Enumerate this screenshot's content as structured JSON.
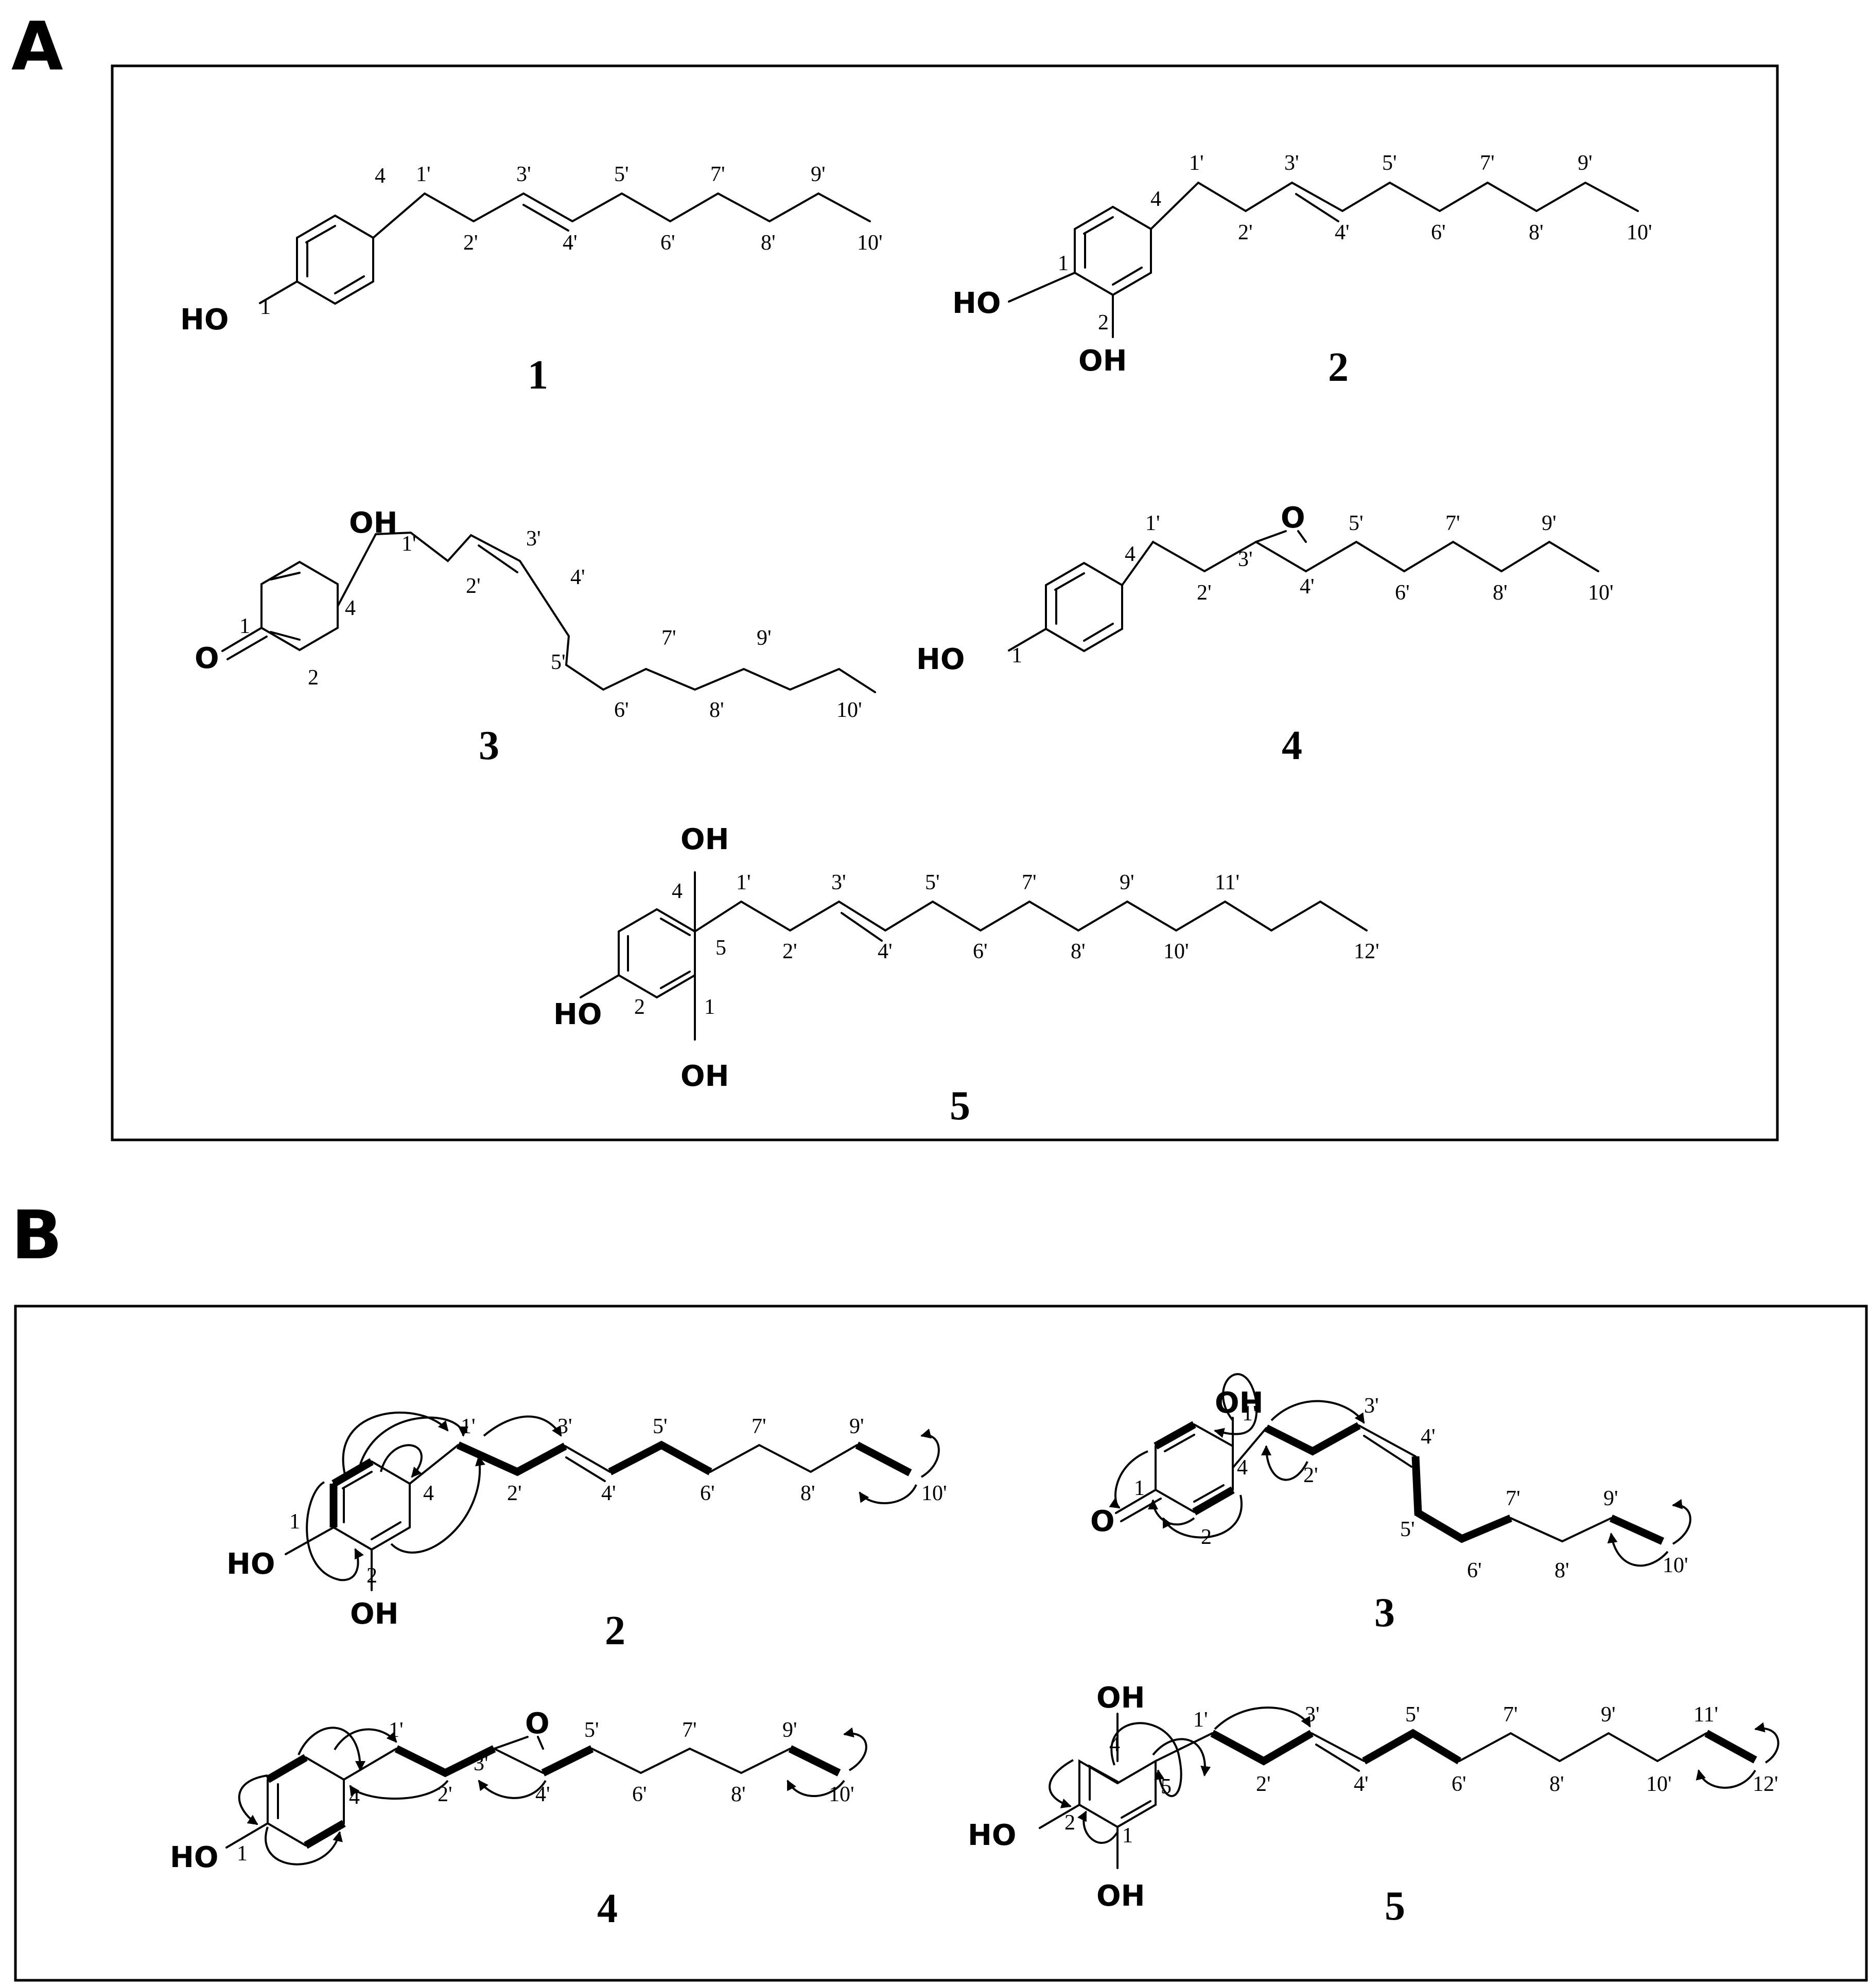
{
  "panels": [
    {
      "label": "A",
      "compounds": [
        {
          "number": "1",
          "atoms": [
            "HO"
          ],
          "positions": [
            "1",
            "4",
            "1'",
            "2'",
            "3'",
            "4'",
            "5'",
            "6'",
            "7'",
            "8'",
            "9'",
            "10'"
          ]
        },
        {
          "number": "2",
          "atoms": [
            "HO",
            "OH"
          ],
          "positions": [
            "1",
            "2",
            "4",
            "1'",
            "2'",
            "3'",
            "4'",
            "5'",
            "6'",
            "7'",
            "8'",
            "9'",
            "10'"
          ]
        },
        {
          "number": "3",
          "atoms": [
            "OH",
            "O"
          ],
          "positions": [
            "1",
            "2",
            "4",
            "1'",
            "2'",
            "3'",
            "4'",
            "5'",
            "6'",
            "7'",
            "8'",
            "9'",
            "10'"
          ]
        },
        {
          "number": "4",
          "atoms": [
            "HO",
            "O"
          ],
          "positions": [
            "1",
            "4",
            "1'",
            "2'",
            "3'",
            "4'",
            "5'",
            "6'",
            "7'",
            "8'",
            "9'",
            "10'"
          ]
        },
        {
          "number": "5",
          "atoms": [
            "OH",
            "HO",
            "OH"
          ],
          "positions": [
            "1",
            "2",
            "4",
            "5",
            "1'",
            "2'",
            "3'",
            "4'",
            "5'",
            "6'",
            "7'",
            "8'",
            "9'",
            "10'",
            "11'",
            "12'"
          ]
        }
      ]
    },
    {
      "label": "B",
      "compounds": [
        {
          "number": "2",
          "atoms": [
            "HO",
            "OH"
          ],
          "positions": [
            "1",
            "2",
            "4",
            "1'",
            "2'",
            "3'",
            "4'",
            "5'",
            "6'",
            "7'",
            "8'",
            "9'",
            "10'"
          ]
        },
        {
          "number": "3",
          "atoms": [
            "OH",
            "O"
          ],
          "positions": [
            "1",
            "2",
            "4",
            "1'",
            "2'",
            "3'",
            "4'",
            "5'",
            "6'",
            "7'",
            "8'",
            "9'",
            "10'"
          ]
        },
        {
          "number": "4",
          "atoms": [
            "HO",
            "O"
          ],
          "positions": [
            "1",
            "4",
            "1'",
            "2'",
            "3'",
            "4'",
            "5'",
            "6'",
            "7'",
            "8'",
            "9'",
            "10'"
          ]
        },
        {
          "number": "5",
          "atoms": [
            "OH",
            "HO",
            "OH"
          ],
          "positions": [
            "1",
            "2",
            "4",
            "5",
            "1'",
            "2'",
            "3'",
            "4'",
            "5'",
            "6'",
            "7'",
            "8'",
            "9'",
            "10'",
            "11'",
            "12'"
          ]
        }
      ]
    }
  ]
}
